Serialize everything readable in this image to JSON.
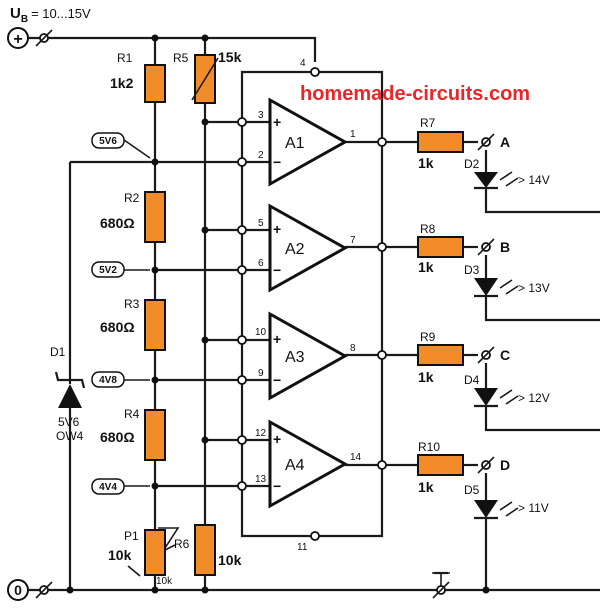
{
  "supply": {
    "label": "U",
    "sub": "B",
    "range": "= 10...15V",
    "plus": "+",
    "zero": "0"
  },
  "watermark": "homemade-circuits.com",
  "resistors": {
    "r1": {
      "name": "R1",
      "value": "1k2"
    },
    "r2": {
      "name": "R2",
      "value": "680Ω"
    },
    "r3": {
      "name": "R3",
      "value": "680Ω"
    },
    "r4": {
      "name": "R4",
      "value": "680Ω"
    },
    "r5": {
      "name": "R5",
      "value": "15k"
    },
    "r6": {
      "name": "R6",
      "value": "10k"
    },
    "r7": {
      "name": "R7",
      "value": "1k"
    },
    "r8": {
      "name": "R8",
      "value": "1k"
    },
    "r9": {
      "name": "R9",
      "value": "1k"
    },
    "r10": {
      "name": "R10",
      "value": "1k"
    }
  },
  "pot": {
    "name": "P1",
    "value": "10k",
    "value2": "10k"
  },
  "zener": {
    "name": "D1",
    "value": "5V6",
    "type": "OW4"
  },
  "taps": {
    "t1": "5V6",
    "t2": "5V2",
    "t3": "4V8",
    "t4": "4V4"
  },
  "amps": {
    "a1": "A1",
    "a2": "A2",
    "a3": "A3",
    "a4": "A4"
  },
  "pins": {
    "p1": "1",
    "p2": "2",
    "p3": "3",
    "p4": "4",
    "p5": "5",
    "p6": "6",
    "p7": "7",
    "p8": "8",
    "p9": "9",
    "p10": "10",
    "p11": "11",
    "p12": "12",
    "p13": "13",
    "p14": "14"
  },
  "leds": {
    "d2": {
      "name": "D2",
      "out": "A",
      "threshold": "> 14V"
    },
    "d3": {
      "name": "D3",
      "out": "B",
      "threshold": "> 13V"
    },
    "d4": {
      "name": "D4",
      "out": "C",
      "threshold": "> 12V"
    },
    "d5": {
      "name": "D5",
      "out": "D",
      "threshold": "> 11V"
    }
  },
  "signs": {
    "plus": "+",
    "minus": "−"
  }
}
